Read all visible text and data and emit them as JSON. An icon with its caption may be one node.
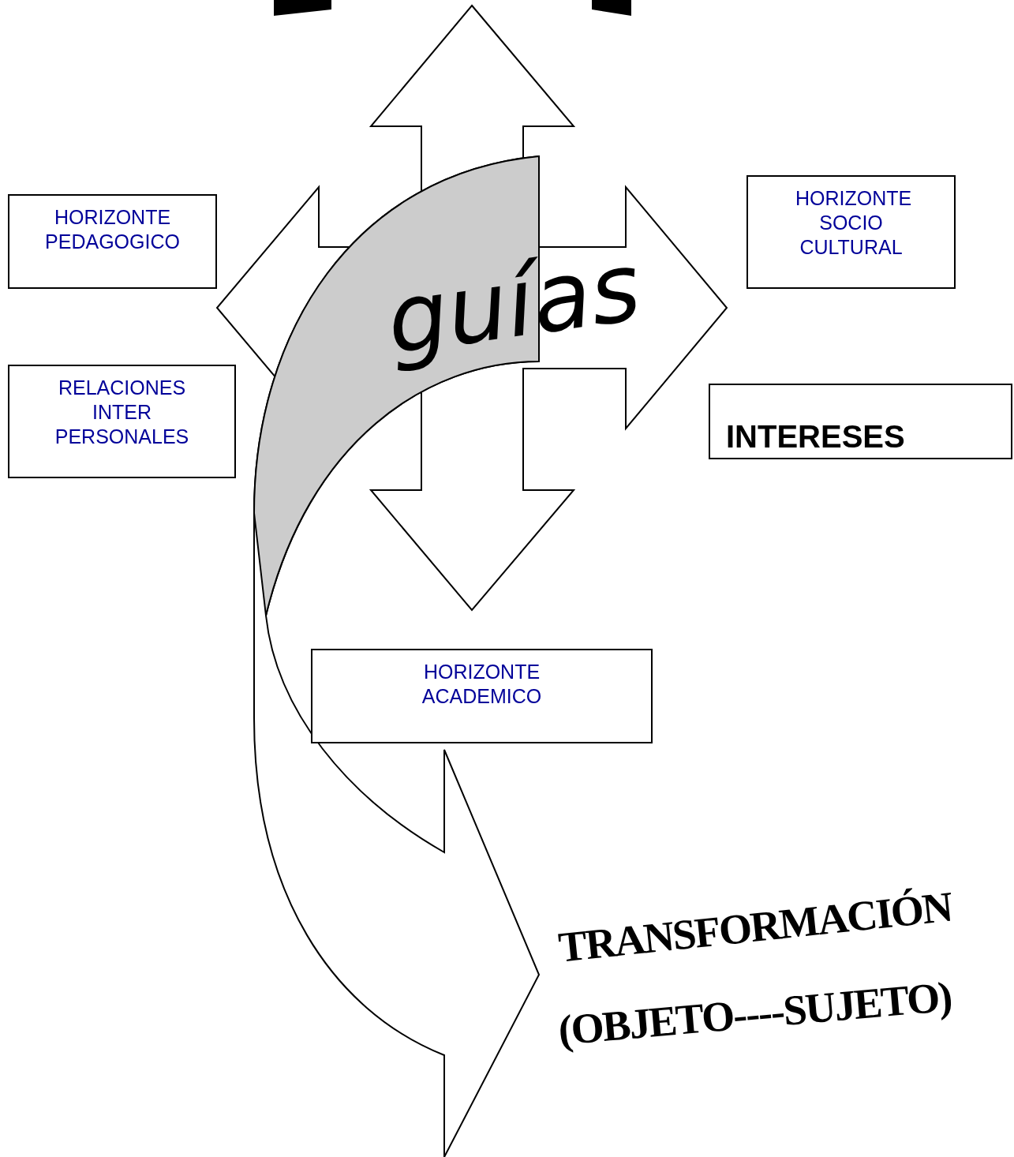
{
  "diagram": {
    "nodes": [
      {
        "text": [
          "HORIZONTE PEDAGOGICO"
        ]
      },
      {
        "text": [
          "RELACIONES INTER PERSONALES"
        ]
      },
      {
        "text": [
          "HORIZONTE SOCIO CULTURAL"
        ]
      },
      {
        "text": [
          "INTERESES"
        ]
      },
      {
        "text": [
          "HORIZONTE ACADEMICO"
        ]
      }
    ],
    "labels": [
      "guías",
      "TRANSFORMACIÓN",
      "(OBJETO----SUJETO)"
    ]
  }
}
